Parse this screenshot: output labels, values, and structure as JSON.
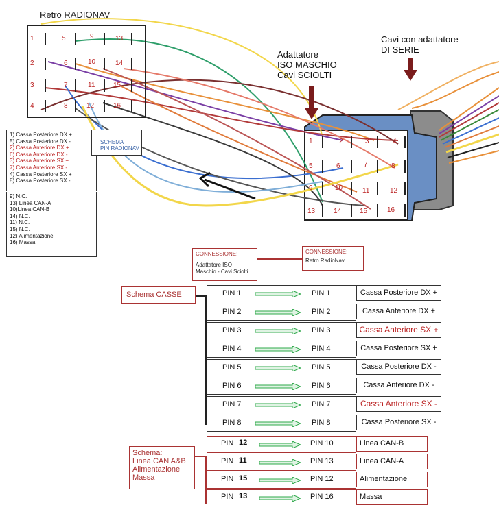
{
  "header": {
    "retro_title": "Retro RADIONAV",
    "adapter_title_lines": [
      "Adattatore",
      "ISO MASCHIO",
      "Cavi SCIOLTI"
    ],
    "series_title_lines": [
      "Cavi con adattatore",
      "DI SERIE"
    ]
  },
  "radionav_pins": [
    "1",
    "5",
    "9",
    "13",
    "2",
    "6",
    "10",
    "14",
    "3",
    "7",
    "11",
    "15",
    "4",
    "8",
    "12",
    "16"
  ],
  "iso_pins": [
    "1",
    "2",
    "3",
    "4",
    "5",
    "6",
    "7",
    "8",
    "9",
    "10",
    "11",
    "12",
    "13",
    "14",
    "15",
    "16"
  ],
  "legend_left": {
    "lines": [
      {
        "text": "1) Cassa Posteriore DX +",
        "style": "dark"
      },
      {
        "text": "5) Cassa Posteriore DX -",
        "style": "dark"
      },
      {
        "text": "2) Cassa Anteriore DX +",
        "style": "red"
      },
      {
        "text": "6) Cassa Anteriore DX -",
        "style": "red"
      },
      {
        "text": "3) Cassa Anteriore SX +",
        "style": "red"
      },
      {
        "text": "7) Cassa Anteriore SX -",
        "style": "red"
      },
      {
        "text": "4) Cassa Posteriore SX +",
        "style": "dark"
      },
      {
        "text": "8) Cassa Posteriore SX -",
        "style": "dark"
      }
    ],
    "lines2": [
      "9) N.C.",
      "13) Linea CAN-A",
      "10)Linea CAN-B",
      "14) N.C.",
      "11) N.C.",
      "15) N.C.",
      "12) Alimentazione",
      "16) Massa"
    ]
  },
  "schema_tag": [
    "SCHEMA",
    "PIN RADIONAV"
  ],
  "connections": {
    "iso": {
      "head": "CONNESSIONE:",
      "lines": [
        "Adattatore ISO",
        "Maschio - Cavi Sciolti"
      ]
    },
    "retro": {
      "head": "CONNESSIONE:",
      "lines": [
        "Retro RadioNav"
      ]
    }
  },
  "schema_casse_label": "Schema CASSE",
  "casse_rows": [
    {
      "a": "PIN 1",
      "b": "PIN 1",
      "desc": "Cassa Posteriore DX +",
      "red": false
    },
    {
      "a": "PIN 2",
      "b": "PIN 2",
      "desc": "Cassa Anteriore DX +",
      "red": false
    },
    {
      "a": "PIN 3",
      "b": "PIN 3",
      "desc": "Cassa Anteriore SX +",
      "red": true
    },
    {
      "a": "PIN 4",
      "b": "PIN 4",
      "desc": "Cassa Posteriore SX +",
      "red": false
    },
    {
      "a": "PIN 5",
      "b": "PIN 5",
      "desc": "Cassa Posteriore DX -",
      "red": false
    },
    {
      "a": "PIN 6",
      "b": "PIN 6",
      "desc": "Cassa Anteriore DX -",
      "red": false
    },
    {
      "a": "PIN 7",
      "b": "PIN 7",
      "desc": "Cassa Anteriore SX -",
      "red": true
    },
    {
      "a": "PIN 8",
      "b": "PIN 8",
      "desc": "Cassa Posteriore SX -",
      "red": false
    }
  ],
  "schema_can_label": [
    "Schema:",
    "Linea CAN A&B",
    "Alimentazione",
    "Massa"
  ],
  "can_rows": [
    {
      "a": "PIN",
      "num": "12",
      "b": "PIN 10",
      "desc": "Linea CAN-B"
    },
    {
      "a": "PIN",
      "num": "11",
      "b": "PIN 13",
      "desc": "Linea CAN-A"
    },
    {
      "a": "PIN",
      "num": "15",
      "b": "PIN 12",
      "desc": "Alimentazione"
    },
    {
      "a": "PIN",
      "num": "13",
      "b": "PIN 16",
      "desc": "Massa"
    }
  ],
  "colors": {
    "label_red": "#b22222",
    "arrow_green": "#2ea84a",
    "connector_blue": "#6a8fc4",
    "connector_gray": "#8c8c8c"
  }
}
